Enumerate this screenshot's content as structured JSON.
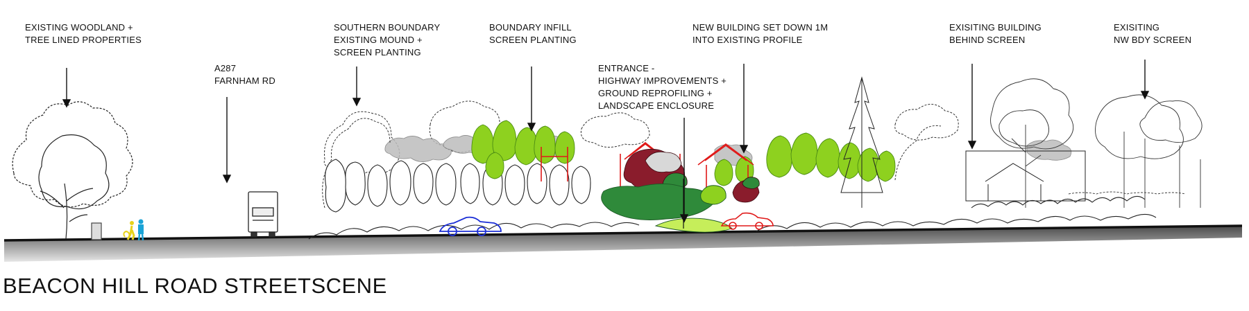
{
  "title": "BEACON HILL ROAD STREETSCENE",
  "annotations": [
    {
      "id": "woodland",
      "lines": [
        "EXISTING WOODLAND +",
        "TREE LINED PROPERTIES"
      ]
    },
    {
      "id": "road",
      "lines": [
        "A287",
        "FARNHAM RD"
      ]
    },
    {
      "id": "southern",
      "lines": [
        "SOUTHERN BOUNDARY",
        "EXISTING MOUND +",
        "SCREEN PLANTING"
      ]
    },
    {
      "id": "infill",
      "lines": [
        "BOUNDARY INFILL",
        "SCREEN PLANTING"
      ]
    },
    {
      "id": "entrance",
      "lines": [
        "ENTRANCE -",
        "HIGHWAY IMPROVEMENTS +",
        "GROUND REPROFILING +",
        "LANDSCAPE ENCLOSURE"
      ]
    },
    {
      "id": "newbuilding",
      "lines": [
        "NEW BUILDING SET DOWN 1M",
        "INTO EXISTING PROFILE"
      ]
    },
    {
      "id": "exbuilding",
      "lines": [
        "EXISITING BUILDING",
        "BEHIND SCREEN"
      ]
    },
    {
      "id": "nwscreen",
      "lines": [
        "EXISITING",
        "NW BDY SCREEN"
      ]
    }
  ],
  "colors": {
    "ink": "#111111",
    "proposed_green": "#8ed11f",
    "dark_green": "#2f8a3a",
    "ground_green": "#c6ee5a",
    "red_building": "#e01919",
    "crimson_foliage": "#8a1c2c",
    "grey_trees": "#a8a8a8",
    "car_blue": "#1c2fd6",
    "figure_yellow": "#e8d21a",
    "figure_cyan": "#1aa3d6"
  }
}
